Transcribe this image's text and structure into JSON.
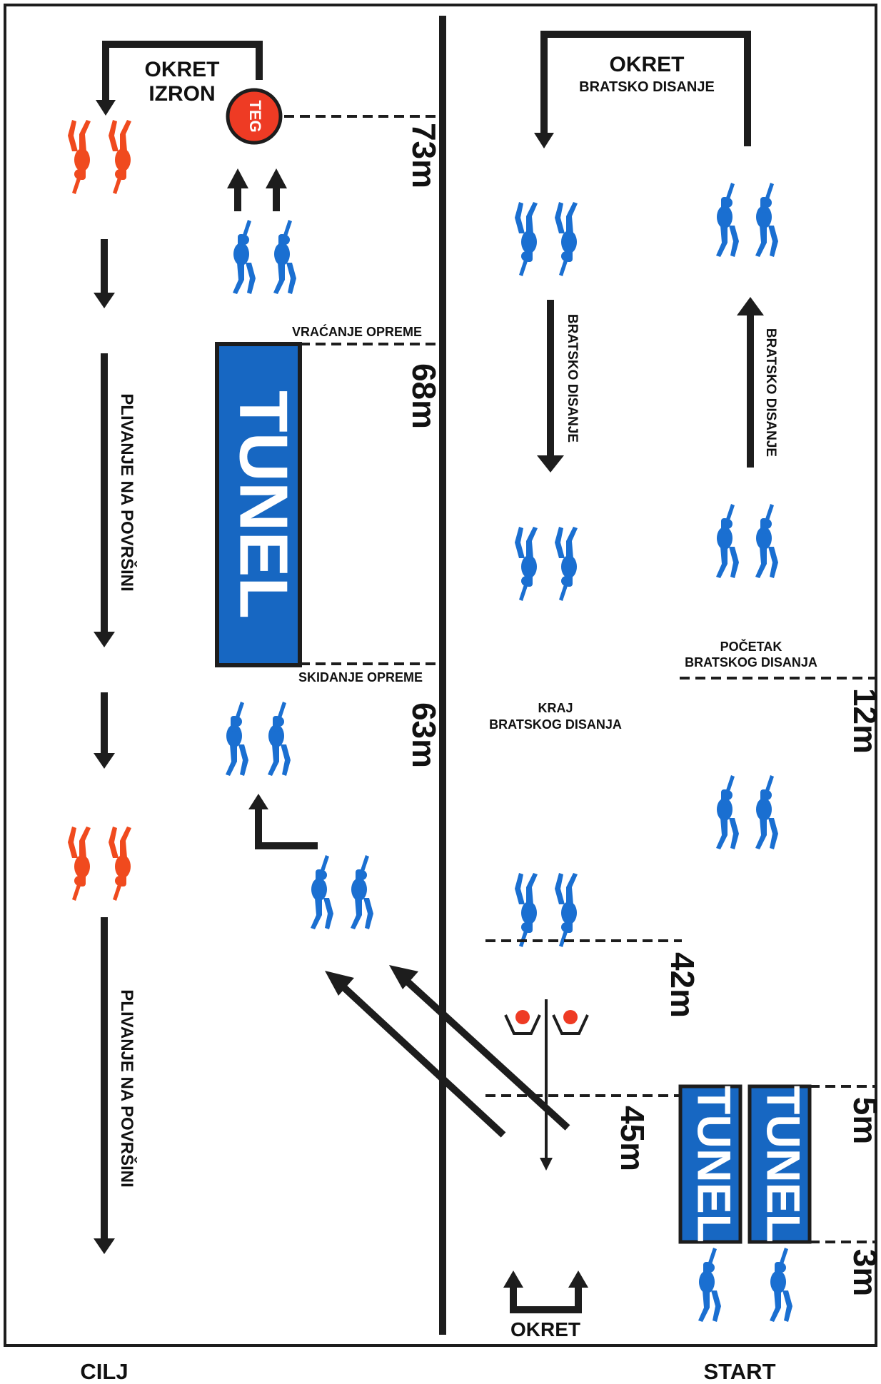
{
  "colors": {
    "diver_blue": "#1a6fd1",
    "diver_red": "#f04a1e",
    "tunnel_blue": "#1767c2",
    "ink": "#1d1d1d",
    "teg_red": "#ee3b24"
  },
  "labels": {
    "okret_izron_1": "OKRET",
    "okret_izron_2": "IZRON",
    "teg": "TEG",
    "okret_top": "OKRET",
    "bratsko_disanje_top": "BRATSKO DISANJE",
    "vracanje": "VRAĆANJE OPREME",
    "skidanje": "SKIDANJE OPREME",
    "tunel_big": "TUNEL",
    "tunel_small_1": "TUNEL",
    "tunel_small_2": "TUNEL",
    "plivanje_1": "PLIVANJE NA POVRŠINI",
    "plivanje_2": "PLIVANJE NA POVRŠINI",
    "bratsko_down": "BRATSKO DISANJE",
    "bratsko_up": "BRATSKO DISANJE",
    "pocetak_1": "POČETAK",
    "pocetak_2": "BRATSKOG DISANJA",
    "kraj_1": "KRAJ",
    "kraj_2": "BRATSKOG DISANJA",
    "okret_bottom": "OKRET",
    "cilj": "CILJ",
    "start": "START"
  },
  "distances": {
    "d73": "73m",
    "d68": "68m",
    "d63": "63m",
    "d12": "12m",
    "d42": "42m",
    "d45": "45m",
    "d5": "5m",
    "d3": "3m"
  },
  "icons": {
    "diver": "scuba-diver-icon",
    "buoy": "buoy-icon",
    "teg": "weight-ball-icon"
  }
}
